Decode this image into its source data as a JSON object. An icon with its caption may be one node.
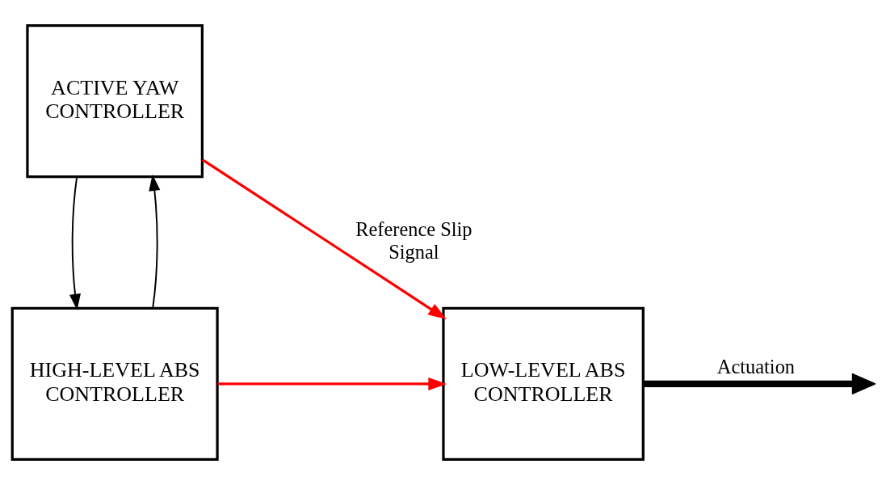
{
  "diagram": {
    "nodes": [
      {
        "text": [
          "ACTIVE YAW CONTROLLER"
        ]
      },
      {
        "text": [
          "HIGH-LEVEL ABS CONTROLLER"
        ]
      },
      {
        "text": [
          "LOW-LEVEL ABS CONTROLLER"
        ]
      }
    ],
    "edges": [
      {
        "from": 0,
        "to": 1,
        "arrow": "to"
      },
      {
        "from": 1,
        "to": 0,
        "arrow": "to"
      },
      {
        "from": 0,
        "to": 2,
        "arrow": "to",
        "label": "Reference Slip Signal",
        "color": "#ff0000"
      },
      {
        "from": 1,
        "to": 2,
        "arrow": "to",
        "color": "#ff0000"
      },
      {
        "from": 2,
        "to": null,
        "arrow": "to",
        "label": "Actuation",
        "style": "thick"
      }
    ]
  }
}
